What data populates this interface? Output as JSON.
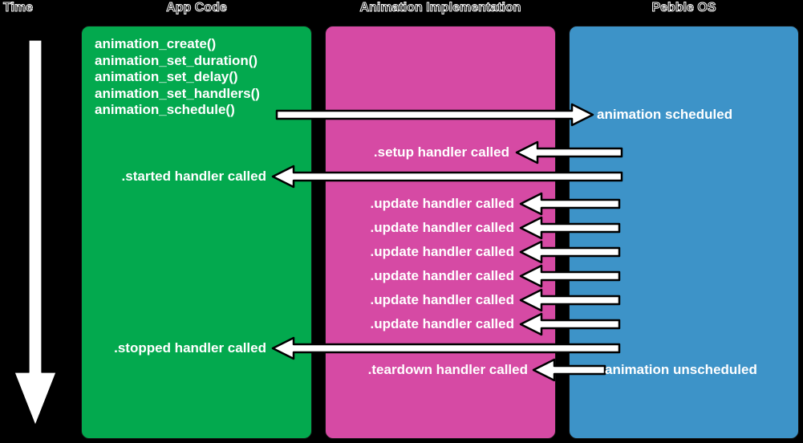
{
  "diagram": {
    "title_columns": [
      {
        "id": "time",
        "label": "Time"
      },
      {
        "id": "app",
        "label": "App Code"
      },
      {
        "id": "anim",
        "label": "Animation Implementation"
      },
      {
        "id": "pebble",
        "label": "Pebble OS"
      }
    ],
    "colors": {
      "background": "#000000",
      "app_lane": "#03A94E",
      "anim_lane": "#D64AA4",
      "pebble_lane": "#3D93C8",
      "text": "#ffffff",
      "arrow_fill": "#ffffff",
      "arrow_stroke": "#000000"
    },
    "time_axis": {
      "label": "Time",
      "direction": "downward"
    },
    "app_code_calls": [
      "animation_create()",
      "animation_set_duration()",
      "animation_set_delay()",
      "animation_set_handlers()",
      "animation_schedule()"
    ],
    "messages": [
      {
        "id": "m1",
        "label": "animation scheduled",
        "lane": "pebble",
        "align": "left",
        "direction": "right"
      },
      {
        "id": "m2",
        "label": ".setup handler called",
        "lane": "anim",
        "align": "left",
        "direction": "left"
      },
      {
        "id": "m3",
        "label": ".started handler called",
        "lane": "app",
        "align": "right",
        "direction": "left"
      },
      {
        "id": "m4",
        "label": ".update handler called",
        "lane": "anim",
        "align": "left",
        "direction": "left"
      },
      {
        "id": "m5",
        "label": ".update handler called",
        "lane": "anim",
        "align": "left",
        "direction": "left"
      },
      {
        "id": "m6",
        "label": ".update handler called",
        "lane": "anim",
        "align": "left",
        "direction": "left"
      },
      {
        "id": "m7",
        "label": ".update handler called",
        "lane": "anim",
        "align": "left",
        "direction": "left"
      },
      {
        "id": "m8",
        "label": ".update handler called",
        "lane": "anim",
        "align": "left",
        "direction": "left"
      },
      {
        "id": "m9",
        "label": ".update handler called",
        "lane": "anim",
        "align": "left",
        "direction": "left"
      },
      {
        "id": "m10",
        "label": ".stopped handler called",
        "lane": "app",
        "align": "right",
        "direction": "left"
      },
      {
        "id": "m11",
        "label": ".teardown handler called",
        "lane": "anim",
        "align": "left",
        "direction": "left"
      },
      {
        "id": "m12",
        "label": "animation unscheduled",
        "lane": "pebble",
        "align": "left",
        "direction": "none"
      }
    ]
  }
}
